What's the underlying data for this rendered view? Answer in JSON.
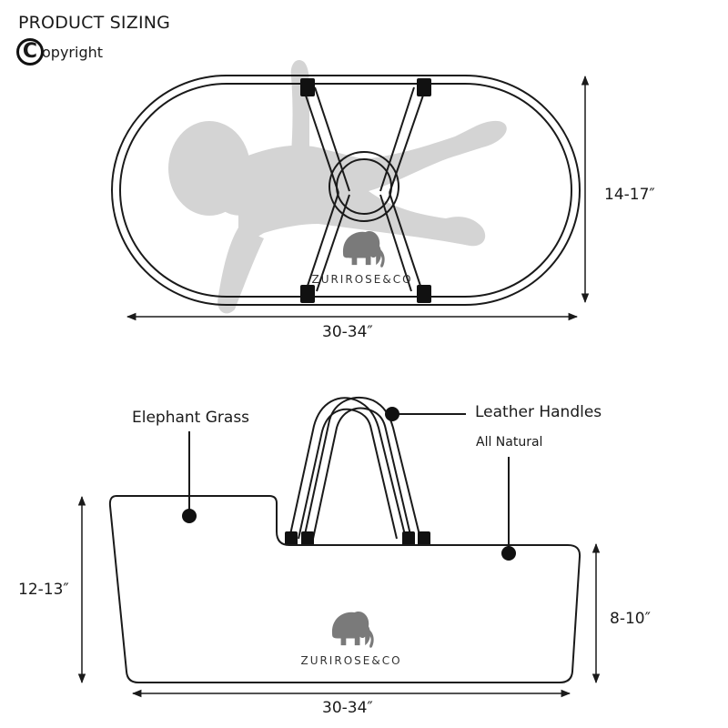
{
  "header": {
    "title": "PRODUCT SIZING",
    "copyright_symbol": "C",
    "copyright_text": "opyright"
  },
  "top_view": {
    "brand": "ZURIROSE&CO",
    "width_label": "14-17″",
    "length_label": "30-34″"
  },
  "side_view": {
    "brand": "ZURIROSE&CO",
    "callout_material": "Elephant Grass",
    "callout_handles": "Leather Handles",
    "callout_natural": "All Natural",
    "height_tall_label": "12-13″",
    "height_short_label": "8-10″",
    "length_label": "30-34″"
  },
  "colors": {
    "line": "#1a1a1a",
    "baby_silhouette": "#d4d4d4",
    "elephant_logo": "#7a7a7a"
  }
}
